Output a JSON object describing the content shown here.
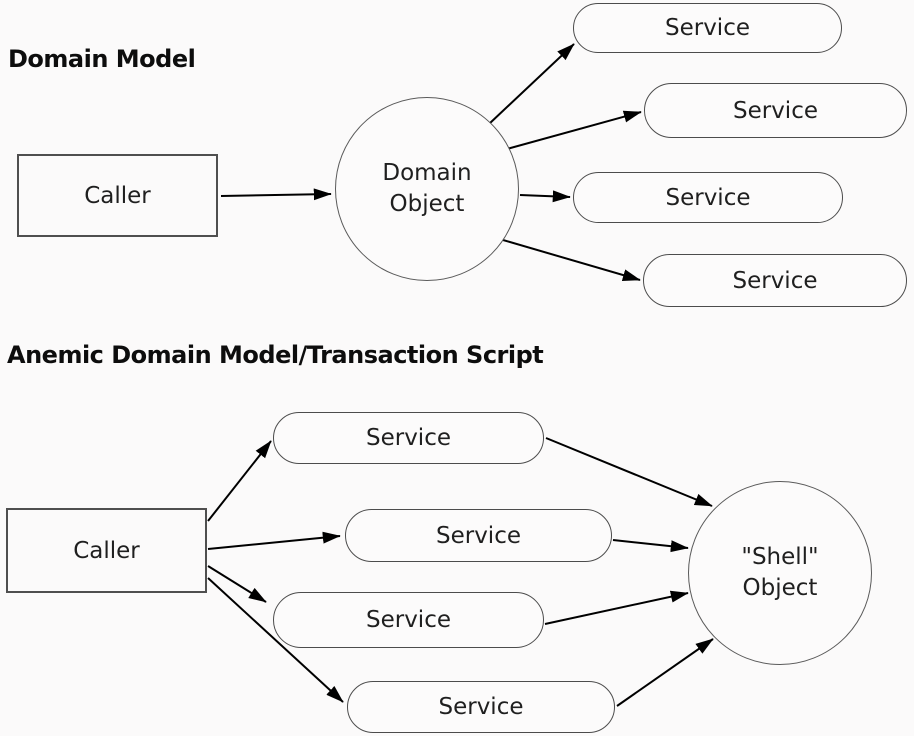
{
  "canvas": {
    "background_color": "#fbfafa",
    "arrow_color": "#000000",
    "node_border_color": "#4c4c4c"
  },
  "sections": [
    {
      "heading": "Domain Model",
      "caller_label": "Caller",
      "hub_line1": "Domain",
      "hub_line2": "Object",
      "services": [
        {
          "label": "Service"
        },
        {
          "label": "Service"
        },
        {
          "label": "Service"
        },
        {
          "label": "Service"
        }
      ]
    },
    {
      "heading": "Anemic Domain Model/Transaction Script",
      "caller_label": "Caller",
      "hub_line1": "\"Shell\"",
      "hub_line2": "Object",
      "services": [
        {
          "label": "Service"
        },
        {
          "label": "Service"
        },
        {
          "label": "Service"
        },
        {
          "label": "Service"
        }
      ]
    }
  ]
}
